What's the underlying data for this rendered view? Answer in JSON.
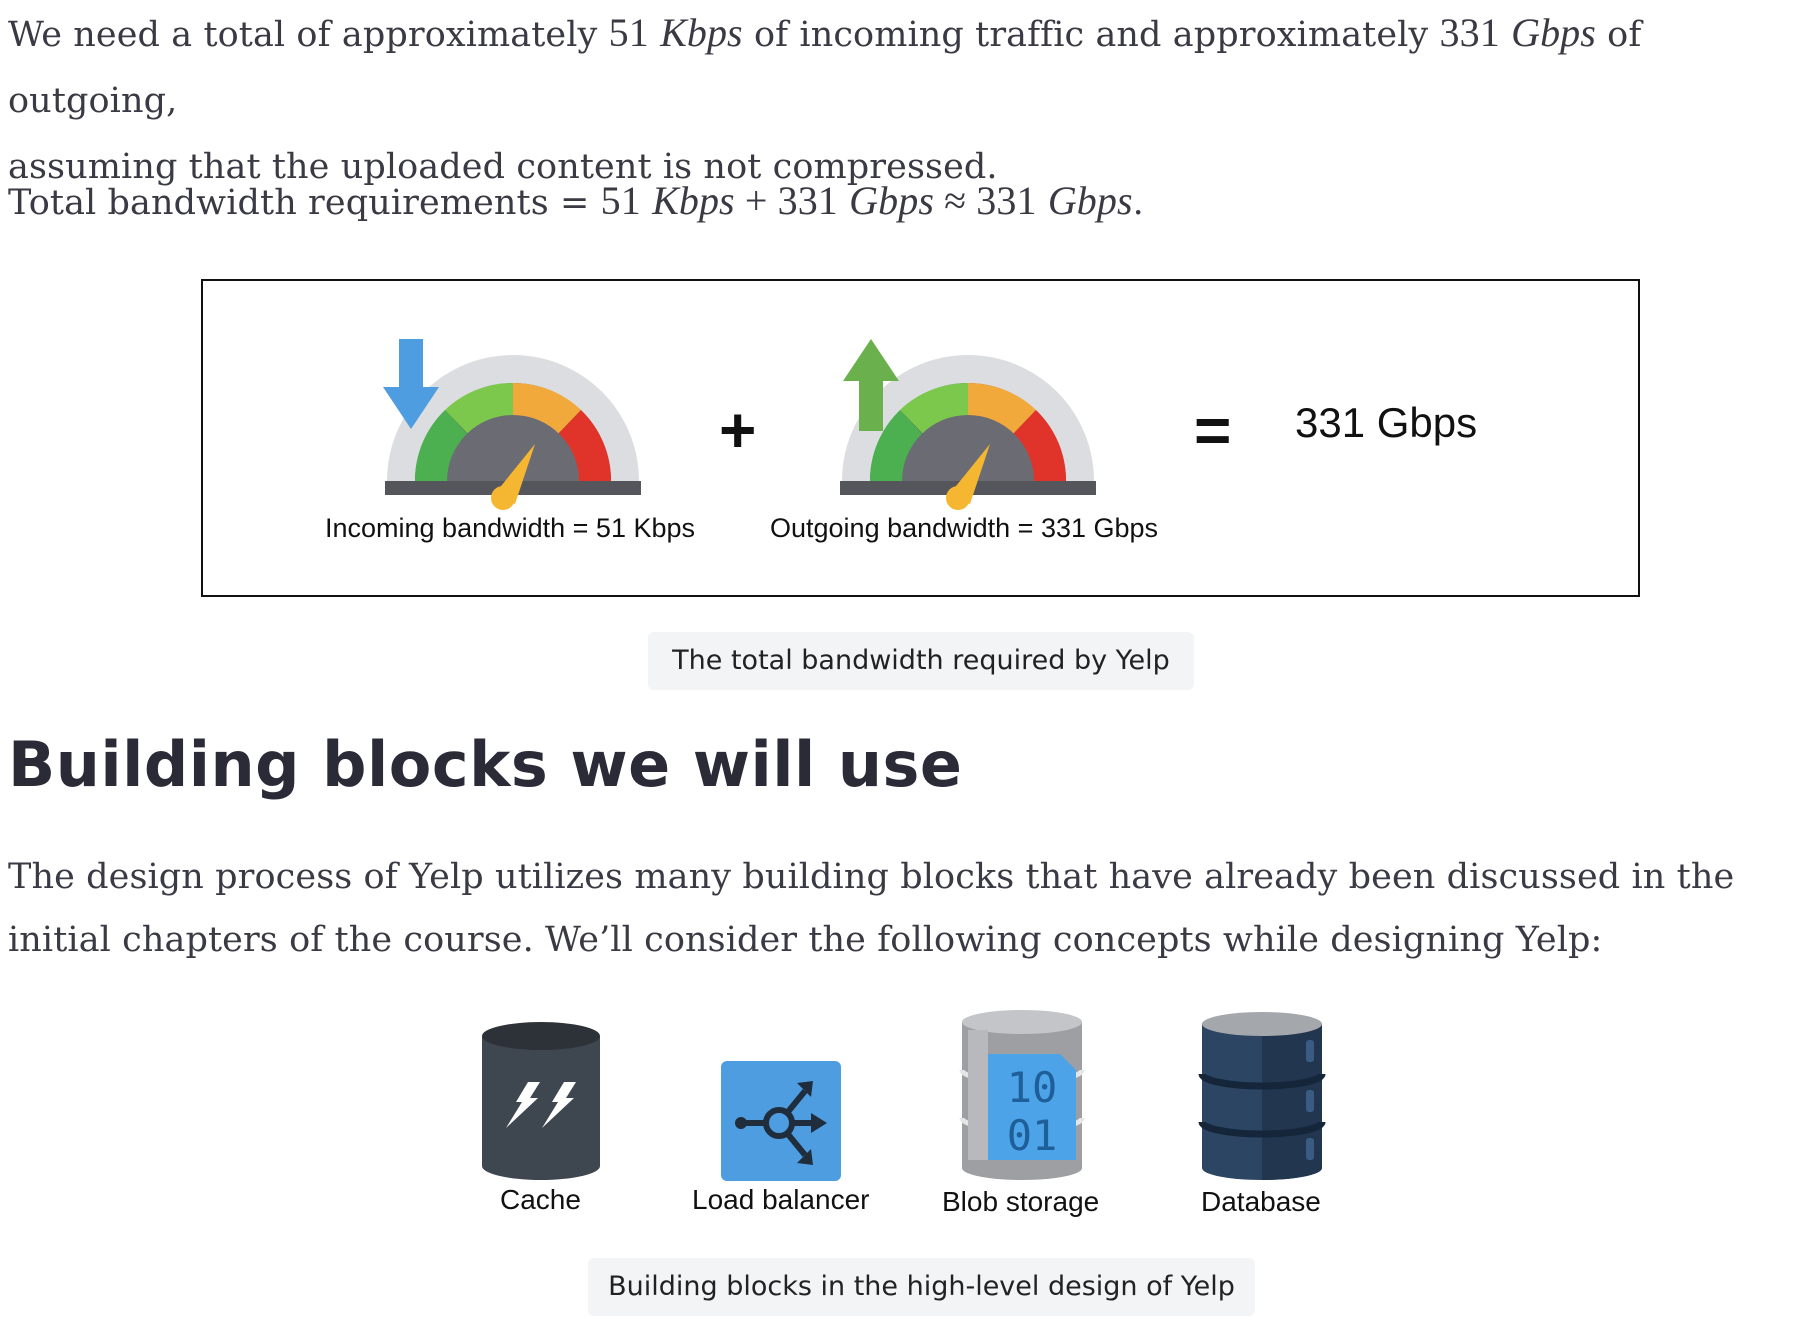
{
  "intro": {
    "line1_a": "We need a total of approximately ",
    "in_num": "51",
    "in_unit": "Kbps",
    "line1_b": " of incoming traffic and approximately ",
    "out_num": "331",
    "out_unit": "Gbps",
    "line1_c": " of outgoing,",
    "line2": "assuming that the uploaded content is not compressed."
  },
  "total": {
    "label": "Total bandwidth requirements = ",
    "n1": "51",
    "u1": "Kbps",
    "plus": " + ",
    "n2": "331",
    "u2": "Gbps",
    "approx": " ≈ ",
    "n3": "331",
    "u3": "Gbps",
    "end": "."
  },
  "figure1": {
    "incoming_label": "Incoming bandwidth = 51 Kbps",
    "outgoing_label": "Outgoing bandwidth = 331 Gbps",
    "plus": "+",
    "equals": "=",
    "result": "331 Gbps",
    "caption": "The total bandwidth required by Yelp",
    "colors": {
      "green_dark": "#4caf50",
      "green_light": "#7cc84c",
      "orange": "#f2a93b",
      "red": "#e0342a",
      "arrow_down": "#4d9de0",
      "arrow_up": "#6ab04c"
    }
  },
  "section": {
    "heading": "Building blocks we will use",
    "body": "The design process of Yelp utilizes many building blocks that have already been discussed in the initial chapters of the course. We’ll consider the following concepts while designing Yelp:"
  },
  "figure2": {
    "items": [
      {
        "label": "Cache",
        "icon": "cache-icon"
      },
      {
        "label": "Load balancer",
        "icon": "load-balancer-icon"
      },
      {
        "label": "Blob storage",
        "icon": "blob-storage-icon"
      },
      {
        "label": "Database",
        "icon": "database-icon"
      }
    ],
    "blob_digits_1": "10",
    "blob_digits_2": "01",
    "caption": "Building blocks in the high-level design of Yelp"
  }
}
